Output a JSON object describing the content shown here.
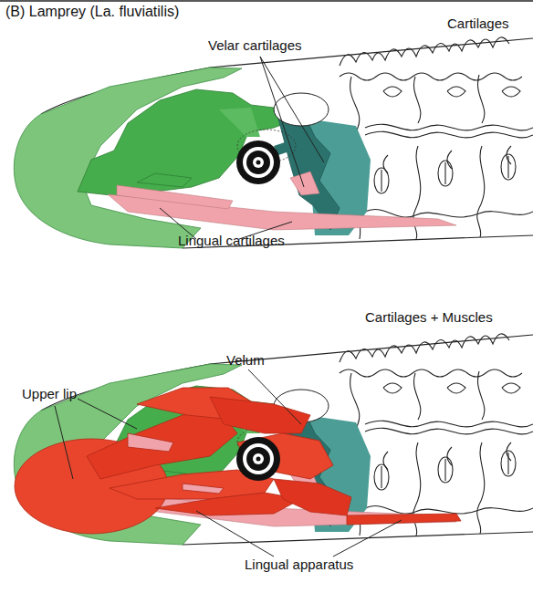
{
  "diagram": {
    "title": "(B) Lamprey (La. fluviatilis)",
    "labels": [
      "Cartilages",
      "Velar cartilages",
      "Lingual cartilages",
      "Cartilages + Muscles",
      "Velum",
      "Upper lip",
      "Lingual apparatus"
    ]
  }
}
